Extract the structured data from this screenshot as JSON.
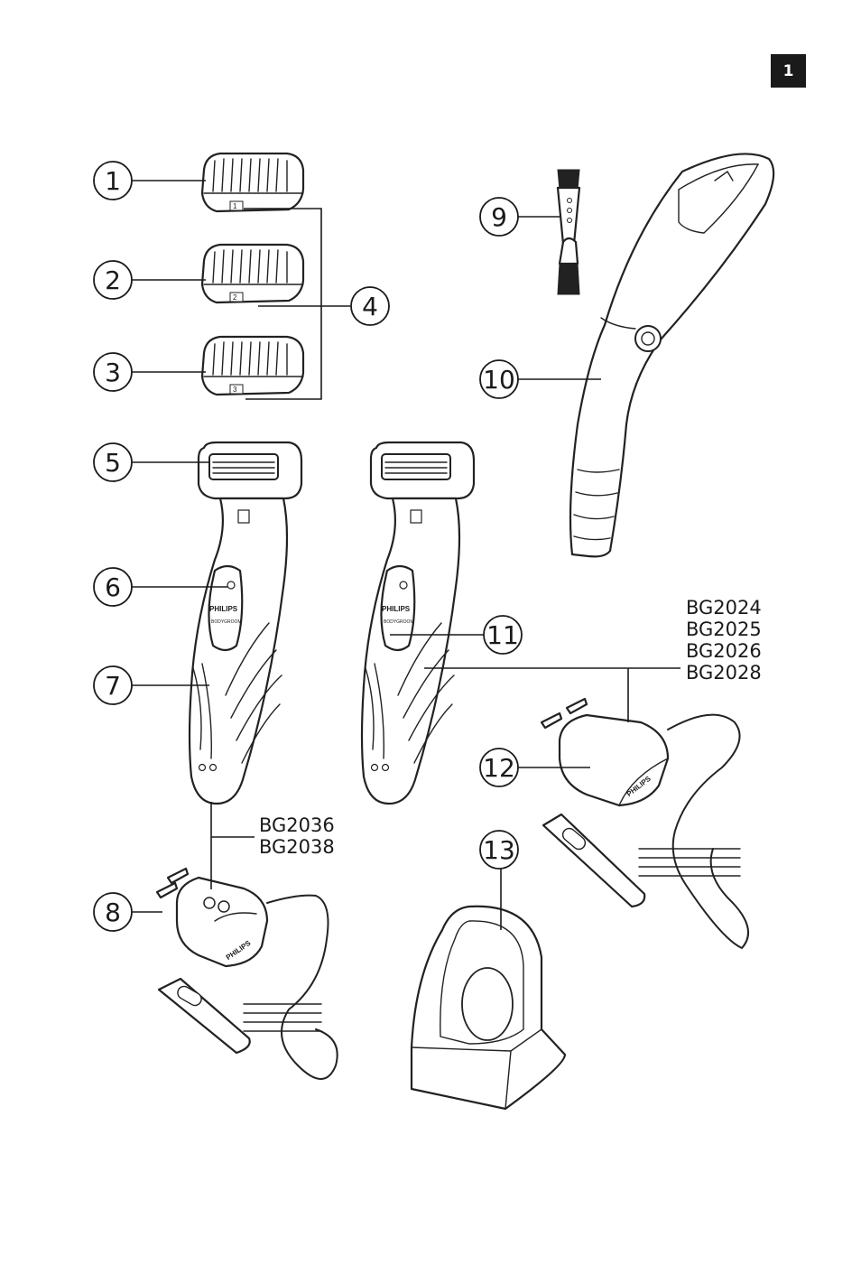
{
  "page_number": "1",
  "callouts": [
    "1",
    "2",
    "3",
    "4",
    "5",
    "6",
    "7",
    "8",
    "9",
    "10",
    "11",
    "12",
    "13"
  ],
  "comb_labels": [
    "1",
    "2",
    "3"
  ],
  "models_adapter_small": [
    "BG2036",
    "BG2038"
  ],
  "models_adapter_large": [
    "BG2024",
    "BG2025",
    "BG2026",
    "BG2028"
  ],
  "brand": "PHILIPS",
  "sub_brand": "BODYGROOM"
}
